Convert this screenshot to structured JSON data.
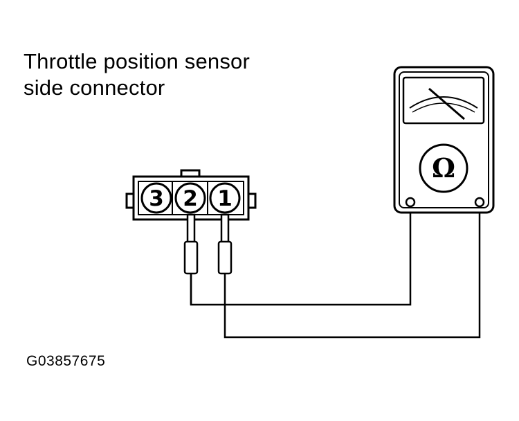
{
  "title": {
    "line1": "Throttle position sensor",
    "line2": "side connector"
  },
  "figure_code": "G03857675",
  "connector": {
    "pins": [
      "3",
      "2",
      "1"
    ]
  },
  "meter": {
    "symbol": "Ω"
  }
}
